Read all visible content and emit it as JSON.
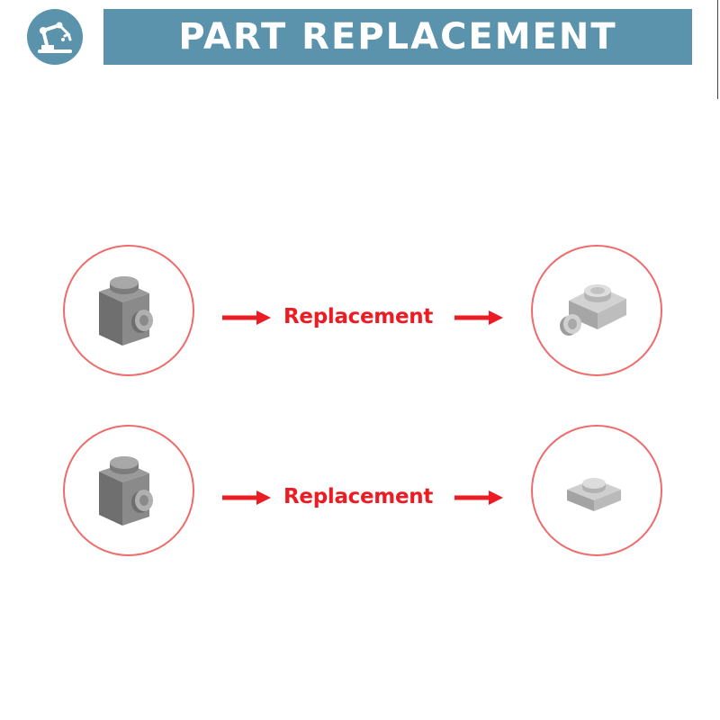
{
  "header": {
    "title": "PART REPLACEMENT",
    "logo_icon": "robot-arm-icon",
    "bar_color": "#5b93ad"
  },
  "rows": [
    {
      "source_icon": "brick-with-side-stud-icon",
      "label": "Replacement",
      "target_icon": "plate-with-side-clip-icon"
    },
    {
      "source_icon": "brick-with-side-stud-icon",
      "label": "Replacement",
      "target_icon": "plate-1x1-icon"
    }
  ],
  "colors": {
    "accent_red": "#ec1c24",
    "circle_border": "#ef6b6b"
  }
}
